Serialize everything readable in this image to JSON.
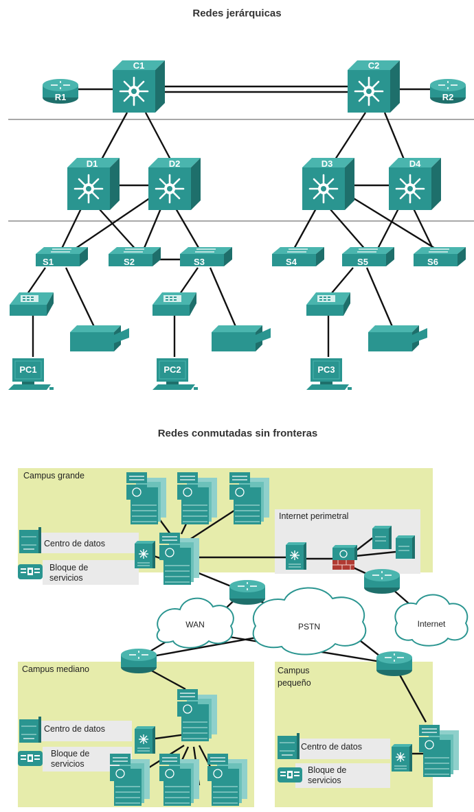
{
  "titles": {
    "hierarchical": "Redes jerárquicas",
    "borderless": "Redes conmutadas sin fronteras"
  },
  "colors": {
    "teal": "#2a9590",
    "teal_light": "#4ab5ae",
    "teal_dark": "#1e6f6b",
    "campus_fill": "#e6ecab",
    "gray_box": "#eaeaea"
  },
  "hierarchical": {
    "core": [
      {
        "id": "C1",
        "label": "C1"
      },
      {
        "id": "C2",
        "label": "C2"
      }
    ],
    "routers": [
      {
        "id": "R1",
        "label": "R1"
      },
      {
        "id": "R2",
        "label": "R2"
      }
    ],
    "distribution": [
      {
        "id": "D1",
        "label": "D1"
      },
      {
        "id": "D2",
        "label": "D2"
      },
      {
        "id": "D3",
        "label": "D3"
      },
      {
        "id": "D4",
        "label": "D4"
      }
    ],
    "access": [
      {
        "id": "S1",
        "label": "S1"
      },
      {
        "id": "S2",
        "label": "S2"
      },
      {
        "id": "S3",
        "label": "S3"
      },
      {
        "id": "S4",
        "label": "S4"
      },
      {
        "id": "S5",
        "label": "S5"
      },
      {
        "id": "S6",
        "label": "S6"
      }
    ],
    "pcs": [
      {
        "id": "PC1",
        "label": "PC1"
      },
      {
        "id": "PC2",
        "label": "PC2"
      },
      {
        "id": "PC3",
        "label": "PC3"
      }
    ],
    "icons": [
      "router-icon",
      "multilayer-switch-icon",
      "workgroup-switch-icon",
      "ip-phone-icon",
      "printer-icon",
      "pc-icon"
    ]
  },
  "borderless": {
    "campus_grande": {
      "label": "Campus grande",
      "centro": "Centro de datos",
      "bloque_line1": "Bloque de",
      "bloque_line2": "servicios",
      "internet_perimetral": "Internet perimetral"
    },
    "campus_mediano": {
      "label": "Campus mediano",
      "centro": "Centro de datos",
      "bloque_line1": "Bloque de",
      "bloque_line2": "servicios"
    },
    "campus_pequeno": {
      "label_line1": "Campus",
      "label_line2": "pequeño",
      "centro": "Centro de datos",
      "bloque_line1": "Bloque de",
      "bloque_line2": "servicios"
    },
    "clouds": {
      "wan": "WAN",
      "pstn": "PSTN",
      "internet": "Internet"
    }
  }
}
